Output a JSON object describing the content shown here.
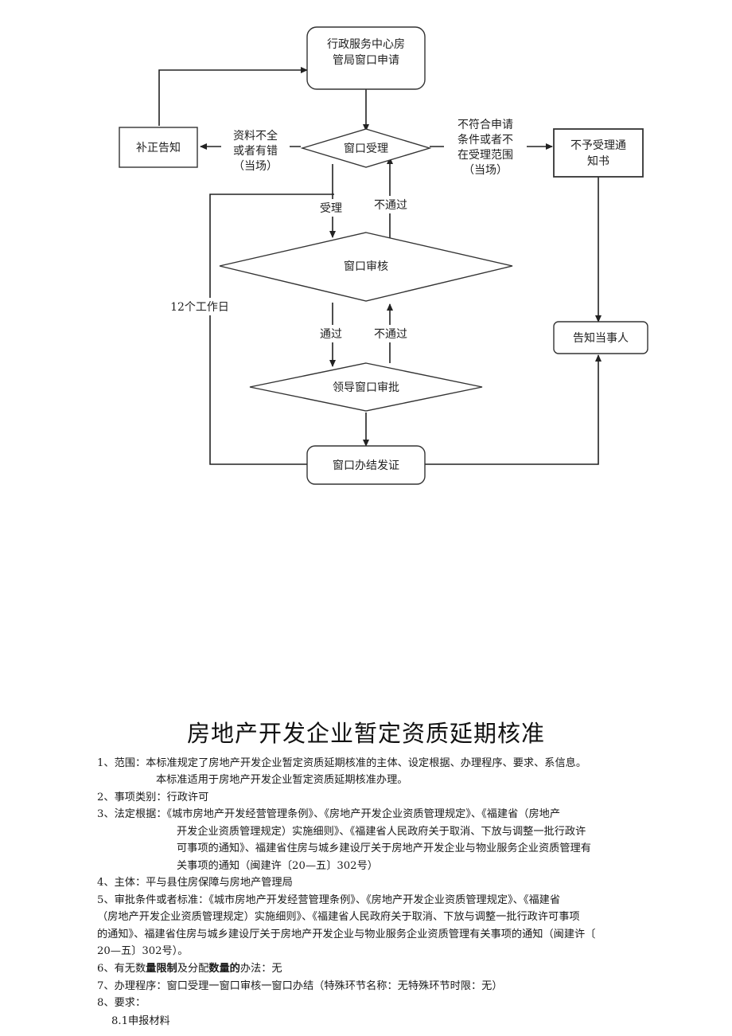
{
  "flowchart": {
    "apply": [
      "行政服务中心房",
      "管局窗口申请"
    ],
    "correct_notice": "补正告知",
    "incomplete": [
      "资料不全",
      "或者有错",
      "（当场）"
    ],
    "accept_diamond": "窗口受理",
    "nonconform": [
      "不符合申请",
      "条件或者不",
      "在受理范围",
      "（当场）"
    ],
    "reject_notice": [
      "不予受理通",
      "知书"
    ],
    "accepted": "受理",
    "fail_1": "不通过",
    "review_diamond": "窗口审核",
    "days": "12个工作日",
    "pass": "通过",
    "fail_2": "不通过",
    "inform": "告知当事人",
    "approve_diamond": "领导窗口审批",
    "issue": "窗口办结发证"
  },
  "doc": {
    "title": "房地产开发企业暂定资质延期核准",
    "s1": "1、范围：本标准规定了房地产开发企业暂定资质延期核准的主体、设定根据、办理程序、要求、系信息。",
    "s1b": "本标准适用于房地产开发企业暂定资质延期核准办理。",
    "s2": "2、事项类别：行政许可",
    "s3a": "3、法定根据：《城市房地产开发经营管理条例》、《房地产开发企业资质管理规定》、《福建省（房地产",
    "s3b": "开发企业资质管理规定）实施细则》、《福建省人民政府关于取消、下放与调整一批行政许",
    "s3c": "可事项的通知》、福建省住房与城乡建设厅关于房地产开发企业与物业服务企业资质管理有",
    "s3d": "关事项的通知（闽建许〔20—五〕302号）",
    "s4": "4、主体：平与县住房保障与房地产管理局",
    "s5a": "5、审批条件或者标准：《城市房地产开发经营管理条例》、《房地产开发企业资质管理规定》、《福建省",
    "s5b": "（房地产开发企业资质管理规定）实施细则》、《福建省人民政府关于取消、下放与调整一批行政许可事项",
    "s5c": "的通知》、福建省住房与城乡建设厅关于房地产开发企业与物业服务企业资质管理有关事项的通知（闽建许〔",
    "s5d": "20—五〕302号）。",
    "s6_a": "6、有无数",
    "s6_b": "量限制",
    "s6_c": "及分配",
    "s6_d": "数量的",
    "s6_e": "办法：无",
    "s7": "7、办理程序：窗口受理一窗口审核一窗口办结（特殊环节名称：无特殊环节时限：无）",
    "s8": "8、要求：",
    "s81": "8.1申报材料"
  }
}
